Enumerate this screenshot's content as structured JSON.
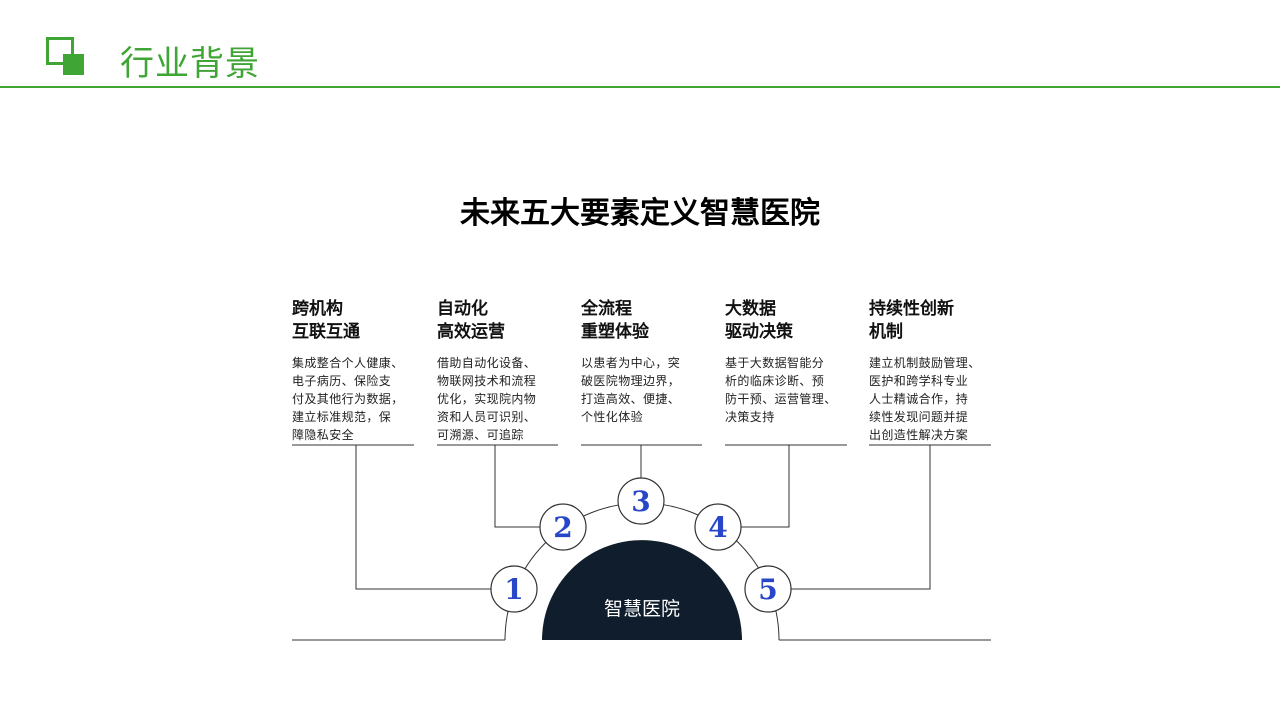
{
  "header": {
    "title": "行业背景"
  },
  "main_title": "未来五大要素定义智慧医院",
  "center_label": "智慧医院",
  "elements": [
    {
      "number": "1",
      "title": "跨机构\n互联互通",
      "desc": "集成整合个人健康、\n电子病历、保险支\n付及其他行为数据，\n建立标准规范，保\n障隐私安全"
    },
    {
      "number": "2",
      "title": "自动化\n高效运营",
      "desc": "借助自动化设备、\n物联网技术和流程\n优化，实现院内物\n资和人员可识别、\n可溯源、可追踪"
    },
    {
      "number": "3",
      "title": "全流程\n重塑体验",
      "desc": "以患者为中心，突\n破医院物理边界，\n打造高效、便捷、\n个性化体验"
    },
    {
      "number": "4",
      "title": "大数据\n驱动决策",
      "desc": "基于大数据智能分\n析的临床诊断、预\n防干预、运营管理、\n决策支持"
    },
    {
      "number": "5",
      "title": "持续性创新\n机制",
      "desc": "建立机制鼓励管理、\n医护和跨学科专业\n人士精诚合作，持\n续性发现问题并提\n出创造性解决方案"
    }
  ],
  "colors": {
    "accent": "#3fa535",
    "number": "#2747c8",
    "center_fill": "#0f1d2c",
    "line": "#333333"
  }
}
